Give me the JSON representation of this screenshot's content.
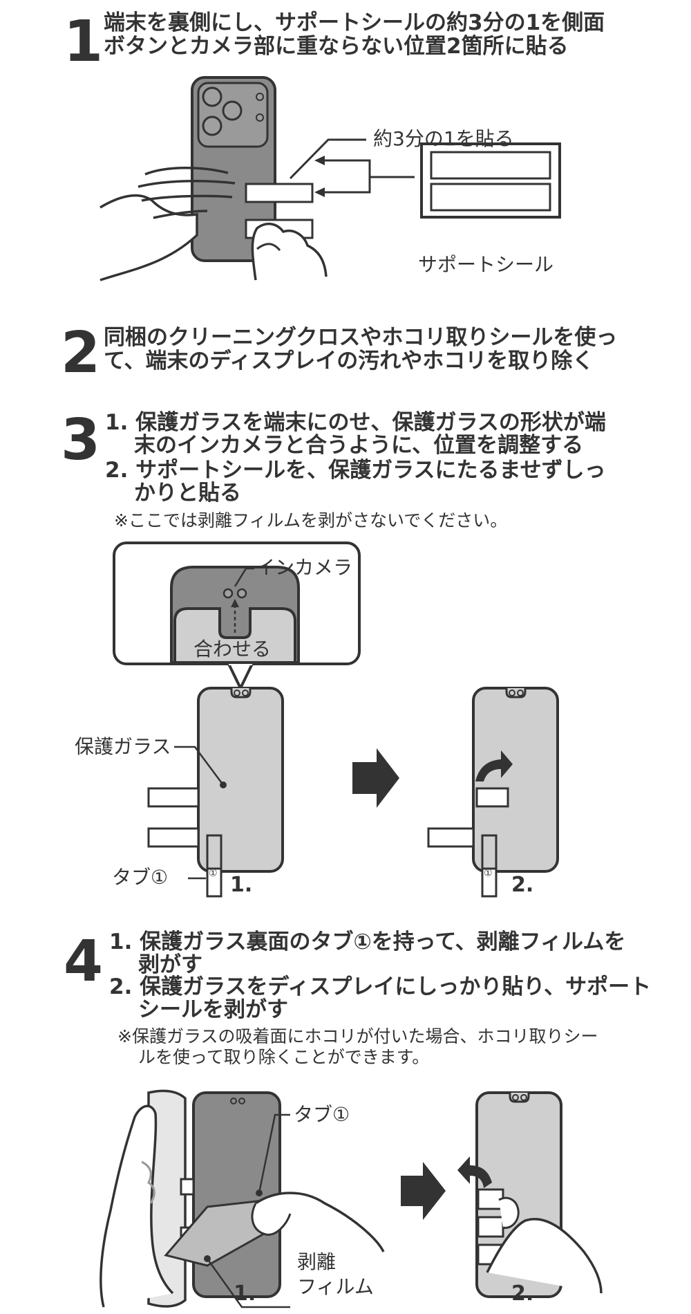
{
  "step1": {
    "number": "1",
    "heading_line1": "端末を裏側にし、サポートシールの約3分の1を側面",
    "heading_line2": "ボタンとカメラ部に重ならない位置2箇所に貼る",
    "callout_one_third": "約3分の1を貼る",
    "support_seal_label": "サポートシール"
  },
  "step2": {
    "number": "2",
    "heading_line1": "同梱のクリーニングクロスやホコリ取りシールを使っ",
    "heading_line2": "て、端末のディスプレイの汚れやホコリを取り除く"
  },
  "step3": {
    "number": "3",
    "item1_line1": "1. 保護ガラスを端末にのせ、保護ガラスの形状が端",
    "item1_line2": "末のインカメラと合うように、位置を調整する",
    "item2_line1": "2. サポートシールを、保護ガラスにたるませずしっ",
    "item2_line2": "かりと貼る",
    "note": "※ここでは剥離フィルムを剥がさないでください。",
    "in_camera_label": "インカメラ",
    "align_label": "合わせる",
    "glass_label": "保護ガラス",
    "tab_label": "タブ①",
    "tab_mark": "①",
    "figure1_label": "1.",
    "figure2_label": "2."
  },
  "step4": {
    "number": "4",
    "item1_line1": "1. 保護ガラス裏面のタブ①を持って、剥離フィルムを",
    "item1_line2": "剥がす",
    "item2_line1": "2. 保護ガラスをディスプレイにしっかり貼り、サポート",
    "item2_line2": "シールを剥がす",
    "note_line1": "※保護ガラスの吸着面にホコリが付いた場合、ホコリ取りシー",
    "note_line2": "ルを使って取り除くことができます。",
    "tab_label": "タブ①",
    "film_label_line1": "剥離",
    "film_label_line2": "フィルム",
    "figure1_label": "1.",
    "figure2_label": "2."
  },
  "colors": {
    "text": "#333333",
    "phone_dark": "#8a8a8a",
    "phone_light": "#cfcfcf",
    "outline": "#333333"
  }
}
